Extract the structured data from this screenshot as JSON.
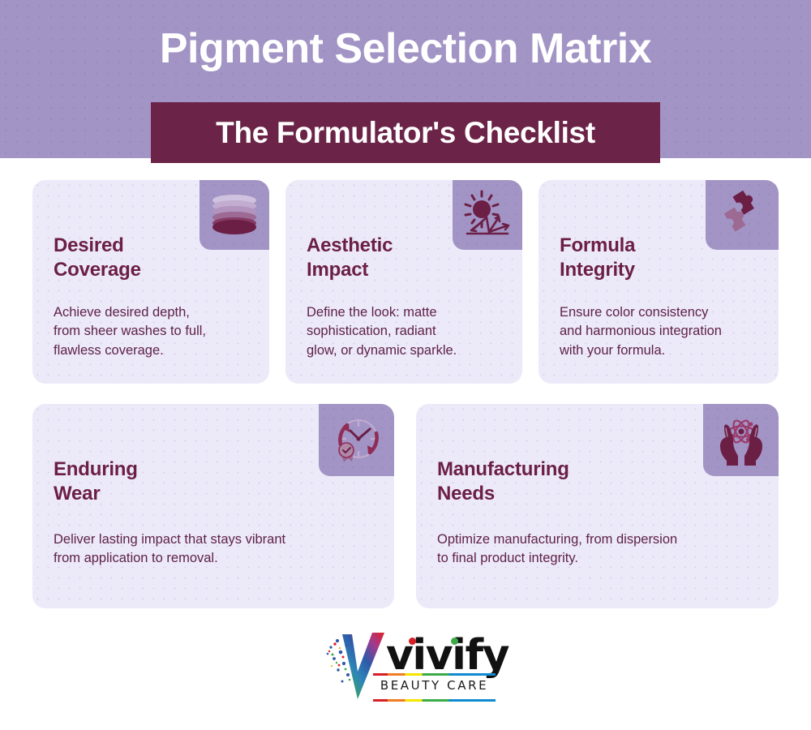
{
  "header": {
    "title": "Pigment Selection Matrix",
    "subtitle": "The Formulator's Checklist",
    "bg_color": "#a294c5",
    "subtitle_bar_color": "#6b2448",
    "title_color": "#ffffff"
  },
  "theme": {
    "card_bg": "#ece9f9",
    "icon_tile_bg": "#a294c5",
    "heading_color": "#6b1f45",
    "body_color": "#5e2248",
    "accent_dark": "#6b2448",
    "accent_mauve": "#9c6a92"
  },
  "cards": [
    {
      "heading": "Desired\nCoverage",
      "body": "Achieve desired depth,\nfrom sheer washes to full,\nflawless coverage.",
      "icon": "layers-stack-icon"
    },
    {
      "heading": "Aesthetic\nImpact",
      "body": "Define the look: matte\nsophistication, radiant\nglow, or dynamic sparkle.",
      "icon": "sun-reflection-icon"
    },
    {
      "heading": "Formula\nIntegrity",
      "body": "Ensure color consistency\nand harmonious integration\nwith your formula.",
      "icon": "puzzle-pieces-icon"
    },
    {
      "heading": "Enduring\nWear",
      "body": "Deliver lasting impact that stays vibrant\nfrom application to removal.",
      "icon": "clock-award-icon"
    },
    {
      "heading": "Manufacturing\nNeeds",
      "body": "Optimize manufacturing, from dispersion\nto final product integrity.",
      "icon": "hands-atom-icon"
    }
  ],
  "logo": {
    "wordmark": "vivify",
    "tagline": "BEAUTY CARE",
    "mark": "gradient-v-icon",
    "colors": [
      "#d62027",
      "#f07d22",
      "#f6e500",
      "#3bab4a",
      "#0f8bd0"
    ]
  }
}
